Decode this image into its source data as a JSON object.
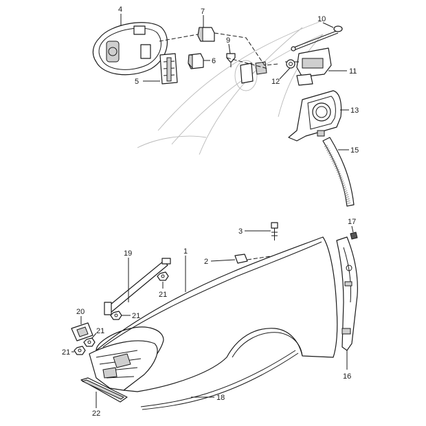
{
  "callouts": {
    "c1": "1",
    "c2": "2",
    "c3": "3",
    "c4": "4",
    "c5": "5",
    "c6": "6",
    "c7": "7",
    "c9": "9",
    "c10": "10",
    "c11": "11",
    "c12": "12",
    "c13": "13",
    "c15": "15",
    "c16": "16",
    "c17": "17",
    "c18": "18",
    "c19": "19",
    "c20": "20",
    "c21a": "21",
    "c21b": "21",
    "c21c": "21",
    "c21d": "21",
    "c22": "22"
  }
}
